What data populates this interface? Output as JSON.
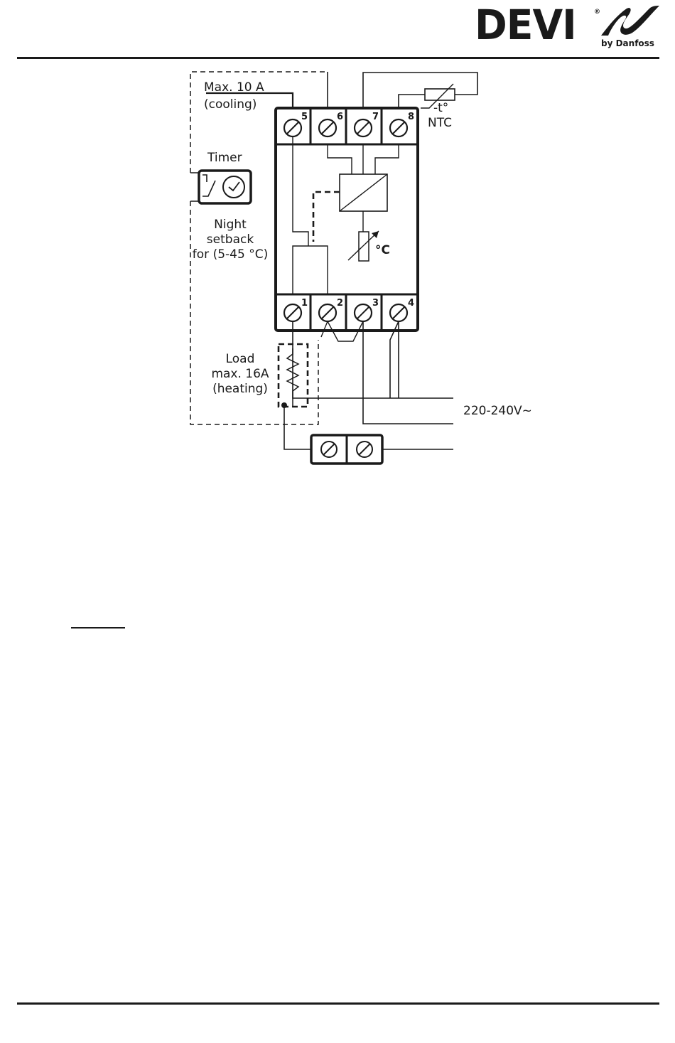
{
  "brand": {
    "name": "DEVI",
    "registered_mark": "®",
    "byline": "by Danfoss"
  },
  "diagram": {
    "labels": {
      "cooling_line1": "Max. 10 A",
      "cooling_line2": "(cooling)",
      "timer": "Timer",
      "night_line1": "Night",
      "night_line2": "setback",
      "night_line3": "for (5-45 °C)",
      "load_line1": "Load",
      "load_line2": "max. 16A",
      "load_line3": "(heating)",
      "ntc_t": "-t°",
      "ntc": "NTC",
      "supply": "220-240V~",
      "deg_c": "°C"
    },
    "terminals_top": [
      "5",
      "6",
      "7",
      "8"
    ],
    "terminals_bottom": [
      "1",
      "2",
      "3",
      "4"
    ]
  }
}
